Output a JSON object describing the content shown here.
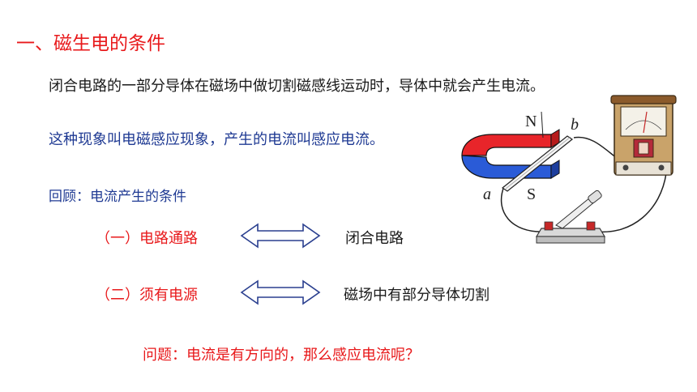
{
  "title": "一、磁生电的条件",
  "definition": "闭合电路的一部分导体在磁场中做切割磁感线运动时，导体中就会产生电流。",
  "phenomenon": "这种现象叫电磁感应现象，产生的电流叫感应电流。",
  "review": "回顾：电流产生的条件",
  "conditions": [
    {
      "label": "（一）电路通路",
      "result": "闭合电路"
    },
    {
      "label": "（二）须有电源",
      "result": "磁场中有部分导体切割"
    }
  ],
  "question": "问题：电流是有方向的，那么感应电流呢？",
  "diagram": {
    "pole_n": "N",
    "pole_s": "S",
    "end_a": "a",
    "end_b": "b"
  },
  "colors": {
    "title_red": "#e8191b",
    "blue_text": "#1f3a93",
    "arrow_blue": "#2a3f8f",
    "magnet_red": "#e8252a",
    "magnet_blue": "#2a5bd7"
  }
}
